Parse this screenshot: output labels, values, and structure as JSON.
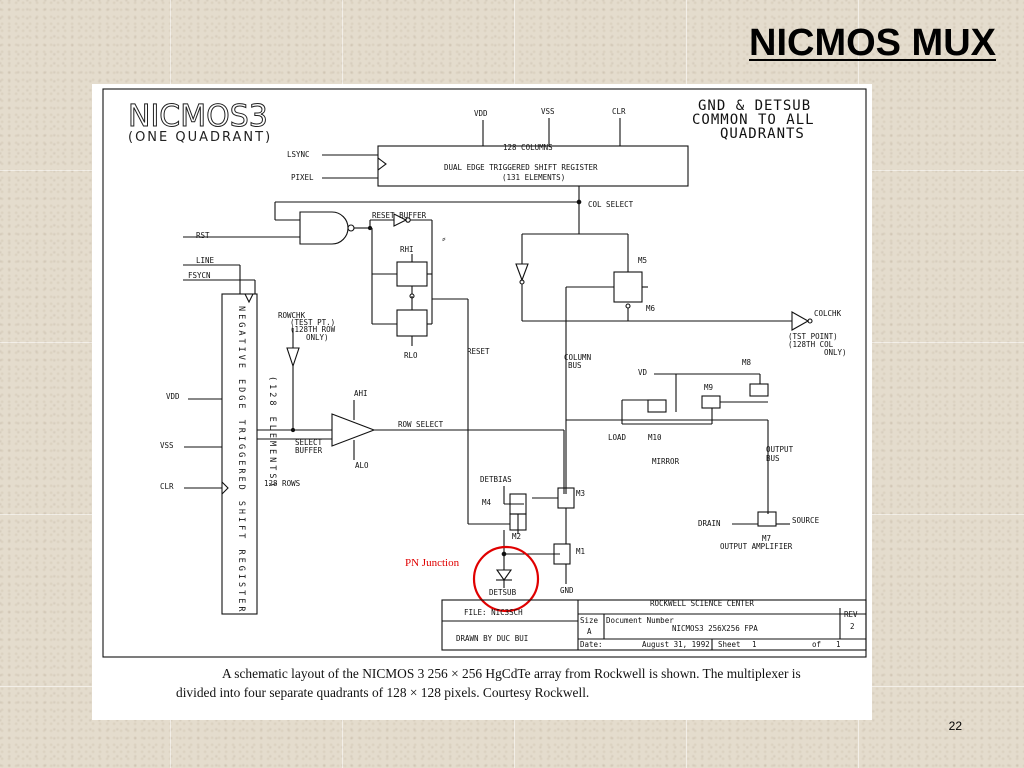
{
  "slide": {
    "title": "NICMOS MUX",
    "slide_number": "22"
  },
  "figure": {
    "heading_main": "NICMOS3",
    "heading_sub": "(ONE QUADRANT)",
    "gnd_note": [
      "GND & DETSUB",
      "COMMON TO ALL",
      "QUADRANTS"
    ],
    "shift_register": {
      "columns_label": "128 COLUMNS",
      "line1": "DUAL EDGE TRIGGERED SHIFT REGISTER",
      "line2": "(131 ELEMENTS)"
    },
    "top_pins": [
      "VDD",
      "VSS",
      "CLR"
    ],
    "left_inputs": [
      "LSYNC",
      "PIXEL",
      "RST",
      "LINE",
      "FSYCN",
      "VDD",
      "VSS",
      "CLR"
    ],
    "row_register_text": "NEGATIVE EDGE TRIGGERED SHIFT REGISTER",
    "row_register_elements": "(128 ELEMENTS)",
    "rows_label": "128 ROWS",
    "labels": {
      "col_select": "COL SELECT",
      "reset_buffer": "RESET BUFFER",
      "rhi": "RHI",
      "rlo": "RLO",
      "reset": "RESET",
      "rowchk": "ROWCHK",
      "rowchk_note1": "(TEST PT.)",
      "rowchk_note2": "(128TH ROW",
      "rowchk_note3": "ONLY)",
      "ahi": "AHI",
      "alo": "ALO",
      "row_select": "ROW SELECT",
      "select_buffer1": "SELECT",
      "select_buffer2": "BUFFER",
      "m5": "M5",
      "m6": "M6",
      "colchk": "COLCHK",
      "colchk_note1": "(TST POINT)",
      "colchk_note2": "(128TH COL",
      "colchk_note3": "ONLY)",
      "column_bus1": "COLUMN",
      "column_bus2": "BUS",
      "vd": "VD",
      "m8": "M8",
      "m9": "M9",
      "load": "LOAD",
      "m10": "M10",
      "mirror": "MIRROR",
      "output_bus1": "OUTPUT",
      "output_bus2": "BUS",
      "detbias": "DETBIAS",
      "m4": "M4",
      "m3": "M3",
      "m2": "M2",
      "m1": "M1",
      "drain": "DRAIN",
      "source": "SOURCE",
      "m7": "M7",
      "output_amplifier": "OUTPUT AMPLIFIER",
      "detsub": "DETSUB",
      "gnd": "GND",
      "pn_junction": "PN Junction"
    },
    "title_block": {
      "file": "FILE: NIC3SCH",
      "drawn_by": "DRAWN BY DUC BUI",
      "company": "ROCKWELL SCIENCE CENTER",
      "size_label": "Size",
      "size_value": "A",
      "doc_label": "Document Number",
      "doc_value": "NICMOS3 256X256 FPA",
      "rev_label": "REV",
      "rev_value": "2",
      "date_label": "Date:",
      "date_value": "August 31, 1992",
      "sheet_label": "Sheet",
      "sheet_value": "1",
      "of_label": "of",
      "of_value": "1"
    },
    "caption": {
      "line1": "A schematic layout of the NICMOS 3 256 × 256 HgCdTe array from Rockwell is shown. The multiplexer is",
      "line2": "divided into four separate quadrants of 128 × 128 pixels. Courtesy Rockwell."
    }
  },
  "colors": {
    "background": "#e4dccd",
    "highlight_red": "#e00000",
    "ink": "#111111"
  }
}
